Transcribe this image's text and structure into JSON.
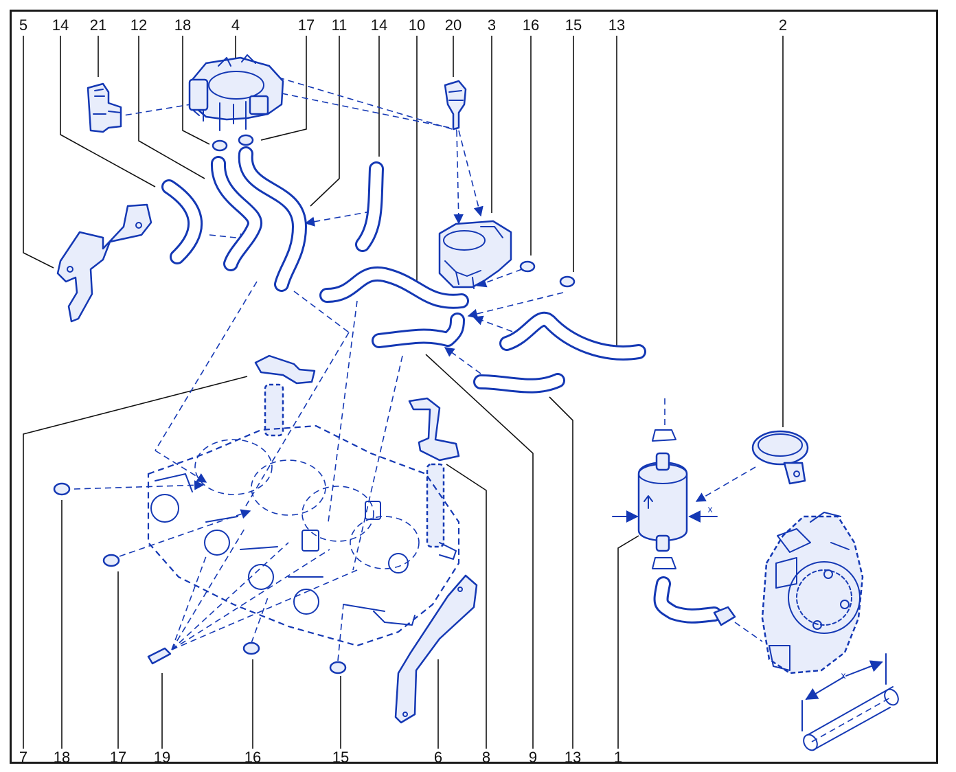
{
  "callouts_top": [
    "5",
    "14",
    "21",
    "12",
    "18",
    "4",
    "17",
    "11",
    "14",
    "10",
    "20",
    "3",
    "16",
    "15",
    "13",
    "2"
  ],
  "callouts_bottom": [
    "7",
    "18",
    "17",
    "19",
    "16",
    "15",
    "6",
    "8",
    "9",
    "13",
    "1"
  ],
  "dimension_marks": [
    "x",
    "x"
  ],
  "colors": {
    "drawing": "#1438b4",
    "labels": "#111111",
    "frame": "#1a1a1a"
  }
}
